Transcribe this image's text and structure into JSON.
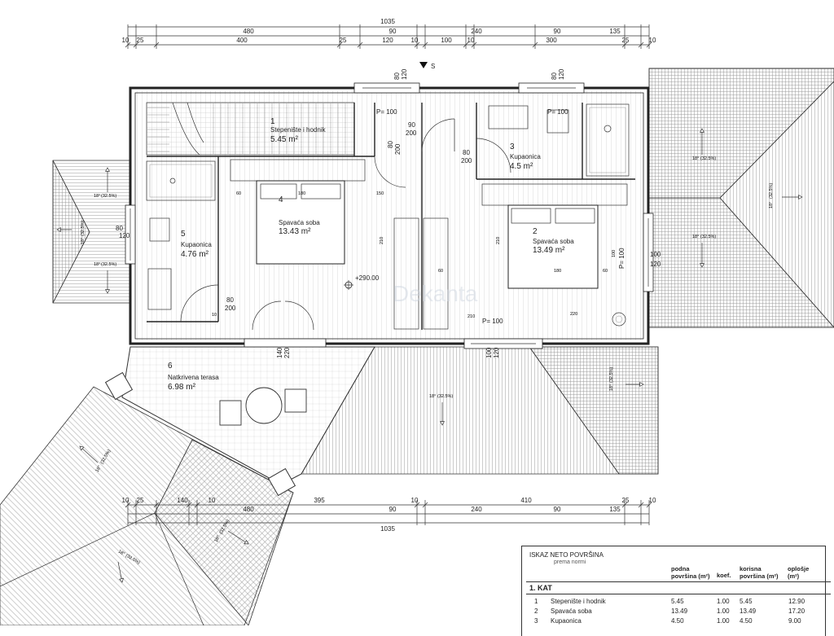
{
  "top_dimensions": {
    "total": "1035",
    "row1": [
      "480",
      "90",
      "240",
      "90",
      "135"
    ],
    "row2": [
      "10",
      "25",
      "400",
      "25",
      "120",
      "10",
      "100",
      "10",
      "300",
      "25",
      "10"
    ]
  },
  "bottom_dimensions": {
    "total": "1035",
    "row1": [
      "10",
      "25",
      "140",
      "10",
      "395",
      "10",
      "410",
      "25",
      "10"
    ],
    "row2": [
      "480",
      "90",
      "240",
      "90",
      "135"
    ]
  },
  "north_label": "S",
  "window_labels": {
    "top_left": [
      "80",
      "120"
    ],
    "top_right": [
      "80",
      "120"
    ],
    "left": [
      "80",
      "120"
    ],
    "right": [
      "100",
      "120"
    ],
    "bottom": [
      "100",
      "120"
    ],
    "terrace_door": [
      "140",
      "220"
    ]
  },
  "door_labels": [
    {
      "top": "90",
      "bottom": "200"
    },
    {
      "top": "80",
      "bottom": "200"
    },
    {
      "top": "80",
      "bottom": "200"
    },
    {
      "top": "80",
      "bottom": "200"
    }
  ],
  "parapet_labels": [
    "P= 100",
    "P= 100",
    "P= 100",
    "P= 100"
  ],
  "level_mark": "+290.00",
  "interior_dims": [
    "60",
    "180",
    "150",
    "60",
    "180",
    "60",
    "100",
    "210",
    "210",
    "210",
    "220",
    "10"
  ],
  "rooms": [
    {
      "num": "1",
      "name": "Stepenište i hodnik",
      "area": "5.45 m²"
    },
    {
      "num": "2",
      "name": "Spavaća soba",
      "area": "13.49 m²"
    },
    {
      "num": "3",
      "name": "Kupaonica",
      "area": "4.5 m²"
    },
    {
      "num": "4",
      "name": "Spavaća soba",
      "area": "13.43 m²"
    },
    {
      "num": "5",
      "name": "Kupaonica",
      "area": "4.76 m²"
    },
    {
      "num": "6",
      "name": "Natkrivena terasa",
      "area": "6.98 m²"
    }
  ],
  "roof_slope": "18°",
  "roof_pct": "(32.5%)",
  "table": {
    "title": "ISKAZ NETO POVRŠINA",
    "subtitle": "prema normi",
    "headers": [
      "podna površina (m²)",
      "koef.",
      "korisna površina (m²)",
      "oplošje (m²)"
    ],
    "section": "1. KAT",
    "rows": [
      {
        "no": "1",
        "name": "Stepenište i hodnik",
        "floor": "5.45",
        "coef": "1.00",
        "useful": "5.45",
        "surface": "12.90"
      },
      {
        "no": "2",
        "name": "Spavaća soba",
        "floor": "13.49",
        "coef": "1.00",
        "useful": "13.49",
        "surface": "17.20"
      },
      {
        "no": "3",
        "name": "Kupaonica",
        "floor": "4.50",
        "coef": "1.00",
        "useful": "4.50",
        "surface": "9.00"
      }
    ]
  },
  "watermark": "Dekanta"
}
